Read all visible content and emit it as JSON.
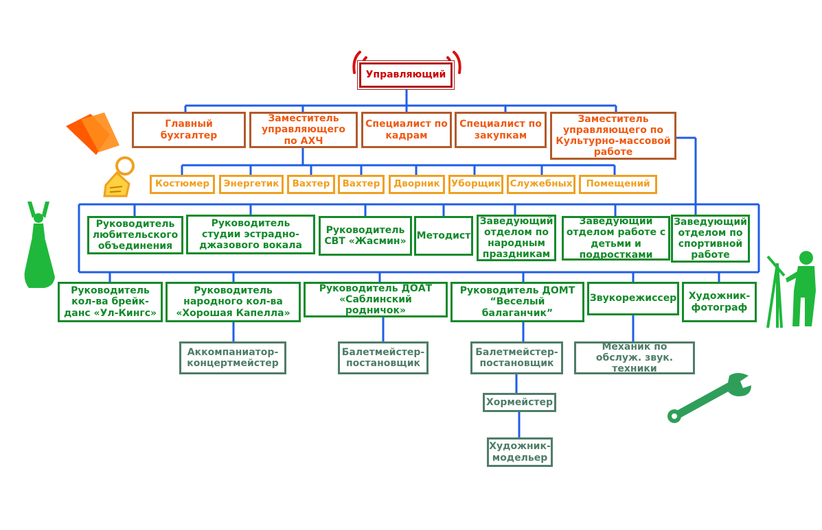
{
  "colors": {
    "connector": "#1f5ee6",
    "top": "#cc0000",
    "orange": "#f05a14",
    "yellow": "#f0a020",
    "green": "#138a2a",
    "gray": "#4e7d68"
  },
  "icons": [
    "radio-waves-icon",
    "paper-sheets-icon",
    "price-tag-icon",
    "dancer-icon",
    "painter-icon",
    "wrench-icon"
  ],
  "chart": {
    "manager": "Управляющий",
    "level1": [
      "Главный бухгалтер",
      "Заместитель управляющего по АХЧ",
      "Специалист по кадрам",
      "Специалист по закупкам",
      "Заместитель управляющего по Культурно-массовой работе"
    ],
    "service_staff": [
      "Костюмер",
      "Энергетик",
      "Вахтер",
      "Вахтер",
      "Дворник",
      "Уборщик",
      "Служебных",
      "Помещений"
    ],
    "culture_staff": [
      "Руководитель любительского объединения",
      "Руководитель студии эстрадно-джазового вокала",
      "Руководитель СВТ «Жасмин»",
      "Методист",
      "Заведующий отделом по народным праздникам",
      "Заведующий отделом работе с детьми и подростками",
      "Заведующий отделом по спортивной работе"
    ],
    "collective_leaders": [
      "Руководитель кол-ва брейк-данс «Ул-Кингс»",
      "Руководитель народного кол-ва «Хорошая Капелла»",
      "Руководитель ДОАТ «Саблинский родничок»",
      "Руководитель ДОМТ “Веселый балаганчик”",
      "Звукорежиссер",
      "Художник-фотограф"
    ],
    "assistants": [
      "Аккомпаниатор-концертмейстер",
      "Балетмейстер-постановщик",
      "Балетмейстер-постановщик",
      "Механик по обслуж. звук. техники",
      "Хормейстер",
      "Художник-модельер"
    ]
  }
}
